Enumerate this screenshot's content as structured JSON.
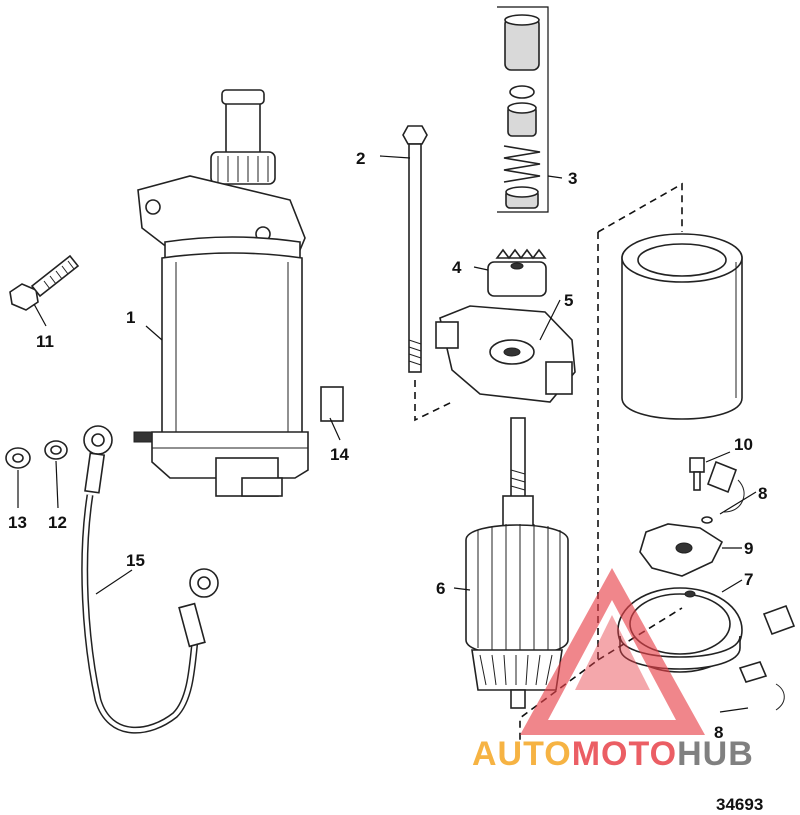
{
  "callouts": {
    "c1": "1",
    "c2": "2",
    "c3": "3",
    "c4": "4",
    "c5": "5",
    "c6": "6",
    "c7": "7",
    "c8a": "8",
    "c8b": "8",
    "c9": "9",
    "c10": "10",
    "c11": "11",
    "c12": "12",
    "c13": "13",
    "c14": "14",
    "c15": "15"
  },
  "figure_number": "34693",
  "watermark": {
    "text_part1": "AUTO",
    "text_part2": "MOTO",
    "text_part3": "HUB",
    "color_orange": "#f5a623",
    "color_red": "#e8424a",
    "color_grey": "#6b6b6b"
  }
}
